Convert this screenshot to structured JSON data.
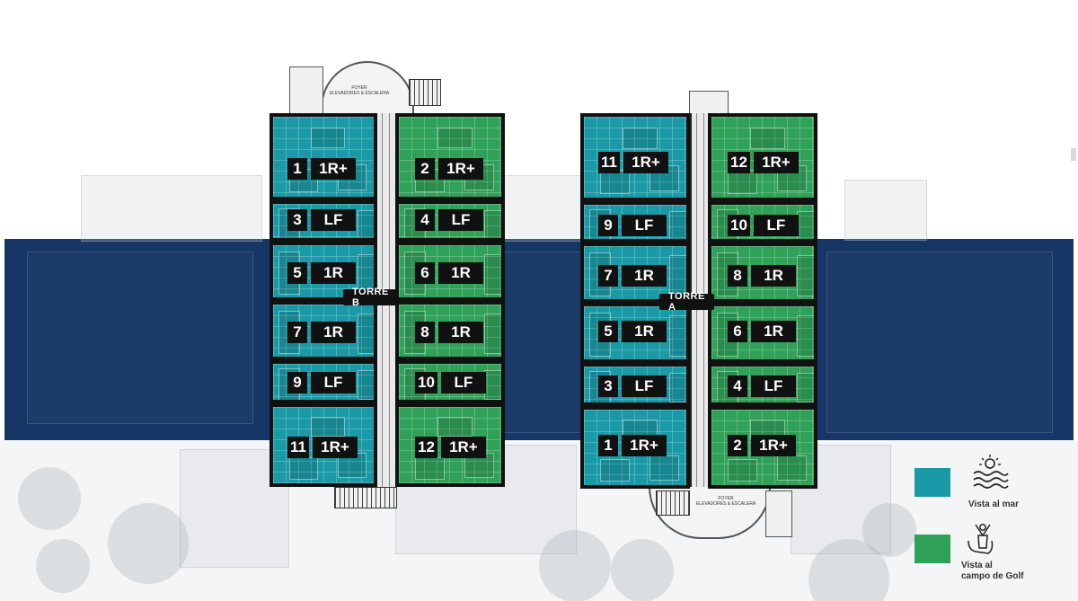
{
  "colors": {
    "sea": "#1a9aa6",
    "golf": "#2fa158",
    "band": "#163766"
  },
  "annex_text": {
    "line1": "FOYER",
    "line2": "ELEVADORES & ESCALERA"
  },
  "tower_b": {
    "label": "TORRE B",
    "units": [
      {
        "num": "1",
        "type": "1R+",
        "view": "sea"
      },
      {
        "num": "2",
        "type": "1R+",
        "view": "golf"
      },
      {
        "num": "3",
        "type": "LF",
        "view": "sea"
      },
      {
        "num": "4",
        "type": "LF",
        "view": "golf"
      },
      {
        "num": "5",
        "type": "1R",
        "view": "sea"
      },
      {
        "num": "6",
        "type": "1R",
        "view": "golf"
      },
      {
        "num": "7",
        "type": "1R",
        "view": "sea"
      },
      {
        "num": "8",
        "type": "1R",
        "view": "golf"
      },
      {
        "num": "9",
        "type": "LF",
        "view": "sea"
      },
      {
        "num": "10",
        "type": "LF",
        "view": "golf"
      },
      {
        "num": "11",
        "type": "1R+",
        "view": "sea"
      },
      {
        "num": "12",
        "type": "1R+",
        "view": "golf"
      }
    ]
  },
  "tower_a": {
    "label": "TORRE A",
    "units": [
      {
        "num": "11",
        "type": "1R+",
        "view": "sea"
      },
      {
        "num": "12",
        "type": "1R+",
        "view": "golf"
      },
      {
        "num": "9",
        "type": "LF",
        "view": "sea"
      },
      {
        "num": "10",
        "type": "LF",
        "view": "golf"
      },
      {
        "num": "7",
        "type": "1R",
        "view": "sea"
      },
      {
        "num": "8",
        "type": "1R",
        "view": "golf"
      },
      {
        "num": "5",
        "type": "1R",
        "view": "sea"
      },
      {
        "num": "6",
        "type": "1R",
        "view": "golf"
      },
      {
        "num": "3",
        "type": "LF",
        "view": "sea"
      },
      {
        "num": "4",
        "type": "LF",
        "view": "golf"
      },
      {
        "num": "1",
        "type": "1R+",
        "view": "sea"
      },
      {
        "num": "2",
        "type": "1R+",
        "view": "golf"
      }
    ]
  },
  "legend": {
    "sea": {
      "label": "Vista al mar",
      "icon": "sun-over-waves-icon"
    },
    "golf": {
      "label_line1": "Vista al",
      "label_line2": "campo de Golf",
      "icon": "golfer-icon"
    }
  }
}
